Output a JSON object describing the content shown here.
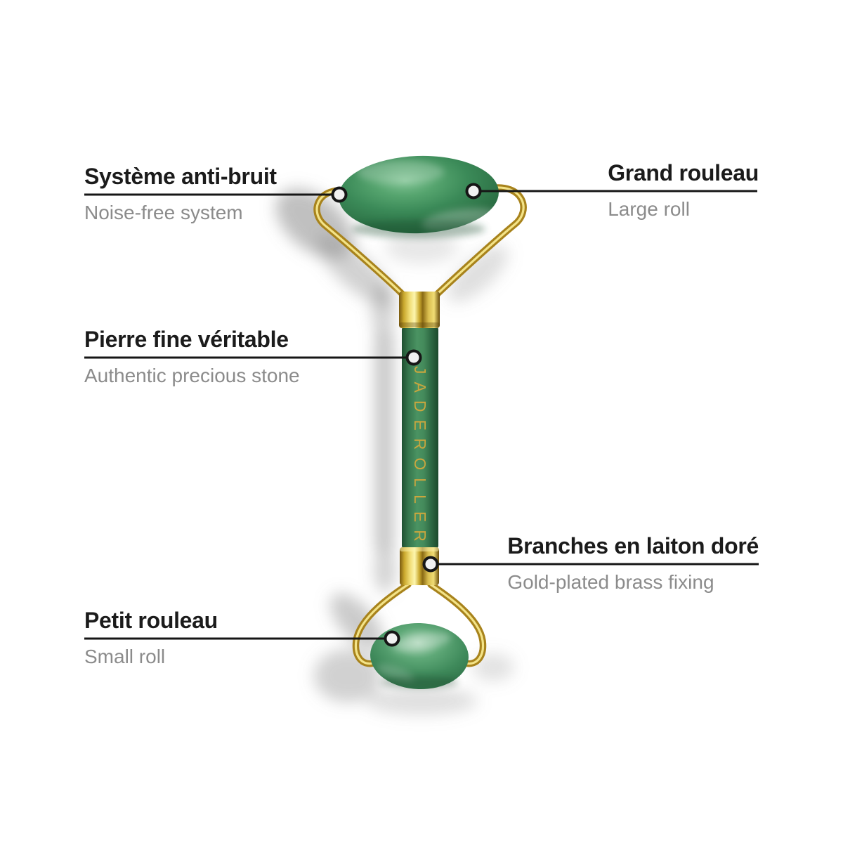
{
  "product": {
    "brand_text": "JADEROLLER",
    "colors": {
      "jade_green": "#3f8a58",
      "gold_brass": "#c9a22d",
      "title_text": "#1b1b1b",
      "subtitle_text": "#8b8b8b",
      "leader_line": "#161616",
      "background": "#ffffff"
    }
  },
  "annotations": [
    {
      "id": "noise-free-system",
      "title": "Système anti-bruit",
      "subtitle": "Noise-free system",
      "side": "left"
    },
    {
      "id": "large-roll",
      "title": "Grand rouleau",
      "subtitle": "Large roll",
      "side": "right"
    },
    {
      "id": "precious-stone",
      "title": "Pierre fine véritable",
      "subtitle": "Authentic precious stone",
      "side": "left"
    },
    {
      "id": "brass-fixing",
      "title": "Branches en laiton doré",
      "subtitle": "Gold-plated brass fixing",
      "side": "right"
    },
    {
      "id": "small-roll",
      "title": "Petit rouleau",
      "subtitle": "Small roll",
      "side": "left"
    }
  ]
}
